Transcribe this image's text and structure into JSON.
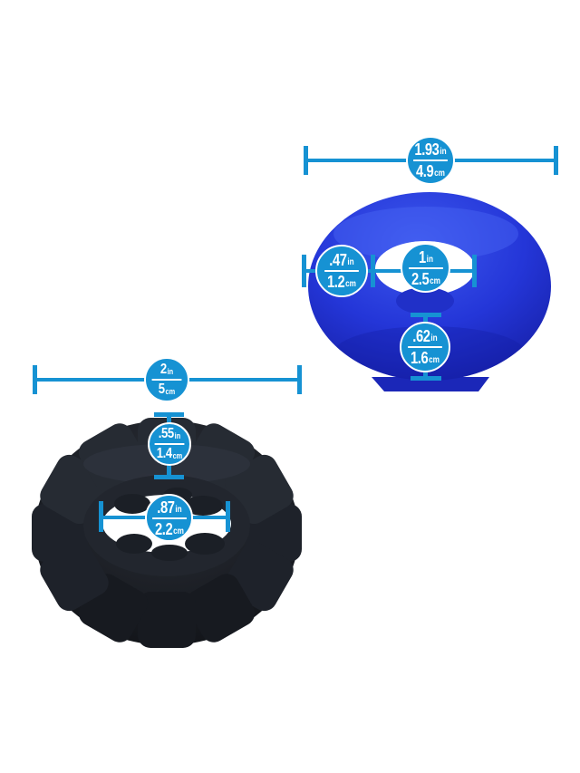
{
  "colors": {
    "measure_blue": "#1692d3",
    "badge_fill": "#1692d3",
    "badge_text": "#ffffff",
    "ring_blue": "#2436d8",
    "ring_black": "#1b1e24",
    "background": "#ffffff"
  },
  "products": [
    {
      "name": "blue smooth ring",
      "measurements": {
        "outer_width": {
          "in_value": "1.93",
          "in_unit": "in",
          "cm_value": "4.9",
          "cm_unit": "cm"
        },
        "tube_thickness": {
          "in_value": ".47",
          "in_unit": "in",
          "cm_value": "1.2",
          "cm_unit": "cm"
        },
        "inner_diameter": {
          "in_value": "1",
          "in_unit": "in",
          "cm_value": "2.5",
          "cm_unit": "cm"
        },
        "height": {
          "in_value": ".62",
          "in_unit": "in",
          "cm_value": "1.6",
          "cm_unit": "cm"
        }
      }
    },
    {
      "name": "black tire-tread ring",
      "measurements": {
        "outer_width": {
          "in_value": "2",
          "in_unit": "in",
          "cm_value": "5",
          "cm_unit": "cm"
        },
        "tube_thickness": {
          "in_value": ".55",
          "in_unit": "in",
          "cm_value": "1.4",
          "cm_unit": "cm"
        },
        "inner_diameter": {
          "in_value": ".87",
          "in_unit": "in",
          "cm_value": "2.2",
          "cm_unit": "cm"
        }
      }
    }
  ]
}
